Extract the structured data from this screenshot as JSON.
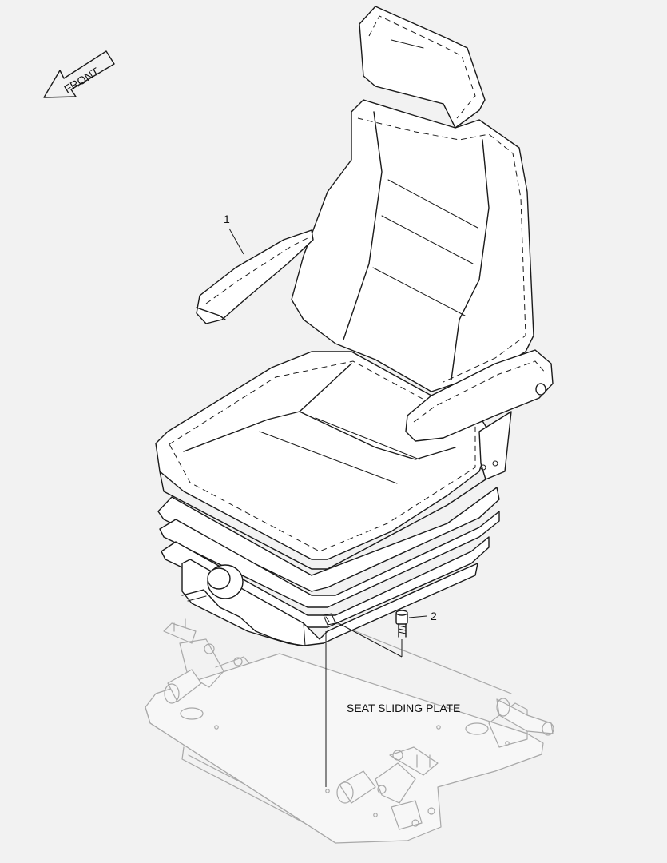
{
  "front_arrow": {
    "label": "FRONT"
  },
  "callouts": [
    {
      "number": "1",
      "part": "seat"
    },
    {
      "number": "2",
      "part": "bolt"
    }
  ],
  "plate_label": "SEAT SLIDING PLATE",
  "colors": {
    "line": "#1a1a1a",
    "ghost": "#a8a8a8",
    "background": "#f2f2f2"
  }
}
